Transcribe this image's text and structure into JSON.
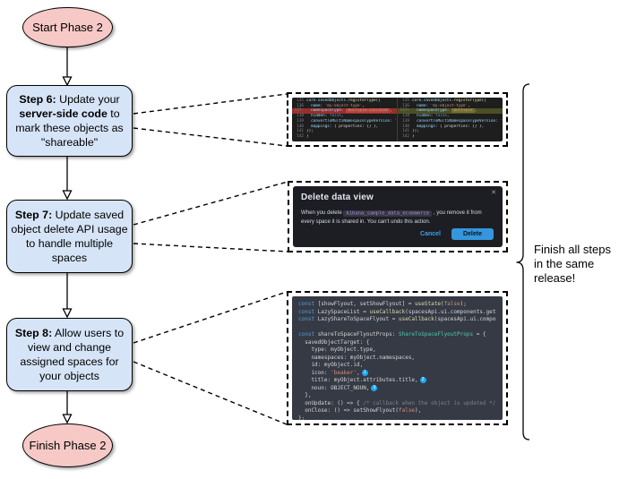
{
  "flow": {
    "start_label": "Start Phase 2",
    "finish_label": "Finish Phase 2",
    "step6": {
      "bold1": "Step 6:",
      "text1": " Update your ",
      "bold2": "server-side code",
      "text2": " to mark these objects as \"shareable\""
    },
    "step7": {
      "bold1": "Step 7:",
      "text1": " Update saved object delete API usage to handle multiple spaces"
    },
    "step8": {
      "bold1": "Step 8:",
      "text1": " Allow users to view and change assigned spaces for your objects"
    },
    "note": "Finish all steps in the same release!"
  },
  "diff": {
    "panes": [
      {
        "lines": [
          {
            "num": "135",
            "segs": [
              {
                "t": "core.savedObjects.",
                "c": "c-prop"
              },
              {
                "t": "registerType",
                "c": "c-fn"
              },
              {
                "t": "({",
                "c": "c-plain"
              }
            ]
          },
          {
            "num": "136",
            "segs": [
              {
                "t": "  name: ",
                "c": "c-prop"
              },
              {
                "t": "'my-object-type'",
                "c": "c-str"
              },
              {
                "t": ",",
                "c": "c-plain"
              }
            ]
          },
          {
            "num": "137-",
            "cls": "removed",
            "segs": [
              {
                "t": "  namespaceType: ",
                "c": "c-prop"
              },
              {
                "t": "'multiple-isolated'",
                "c": "c-str tok-removed"
              },
              {
                "t": ",",
                "c": "c-plain"
              }
            ]
          },
          {
            "num": "138",
            "segs": [
              {
                "t": "  hidden: ",
                "c": "c-prop"
              },
              {
                "t": "false",
                "c": "c-kw"
              },
              {
                "t": ",",
                "c": "c-plain"
              }
            ]
          },
          {
            "num": "139",
            "segs": [
              {
                "t": "  convertToMultiNamespaceTypeVersion: ",
                "c": "c-prop"
              },
              {
                "t": "'",
                "c": "c-str"
              }
            ]
          },
          {
            "num": "140",
            "segs": [
              {
                "t": "  mappings: ",
                "c": "c-prop"
              },
              {
                "t": "{ properties: {} },",
                "c": "c-plain"
              }
            ]
          },
          {
            "num": "141",
            "segs": [
              {
                "t": "});",
                "c": "c-plain"
              }
            ]
          },
          {
            "num": "142",
            "segs": [
              {
                "t": "}",
                "c": "c-plain"
              }
            ]
          }
        ]
      },
      {
        "lines": [
          {
            "num": "135",
            "segs": [
              {
                "t": "core.savedObjects.",
                "c": "c-prop"
              },
              {
                "t": "registerType",
                "c": "c-fn"
              },
              {
                "t": "({",
                "c": "c-plain"
              }
            ]
          },
          {
            "num": "136",
            "segs": [
              {
                "t": "  name: ",
                "c": "c-prop"
              },
              {
                "t": "'my-object-type'",
                "c": "c-str"
              },
              {
                "t": ",",
                "c": "c-plain"
              }
            ]
          },
          {
            "num": "137+",
            "cls": "added",
            "segs": [
              {
                "t": "  namespaceType: ",
                "c": "c-prop"
              },
              {
                "t": "'multiple'",
                "c": "c-str tok-added"
              },
              {
                "t": ",",
                "c": "c-plain"
              }
            ]
          },
          {
            "num": "138",
            "segs": [
              {
                "t": "  hidden: ",
                "c": "c-prop"
              },
              {
                "t": "false",
                "c": "c-kw"
              },
              {
                "t": ",",
                "c": "c-plain"
              }
            ]
          },
          {
            "num": "139",
            "segs": [
              {
                "t": "  convertToMultiNamespaceTypeVersion: ",
                "c": "c-prop"
              },
              {
                "t": "'",
                "c": "c-str"
              }
            ]
          },
          {
            "num": "140",
            "segs": [
              {
                "t": "  mappings: ",
                "c": "c-prop"
              },
              {
                "t": "{ properties: {} },",
                "c": "c-plain"
              }
            ]
          },
          {
            "num": "141",
            "segs": [
              {
                "t": "});",
                "c": "c-plain"
              }
            ]
          },
          {
            "num": "142",
            "segs": [
              {
                "t": "}",
                "c": "c-plain"
              }
            ]
          }
        ]
      }
    ]
  },
  "modal": {
    "title": "Delete data view",
    "close_glyph": "✕",
    "body_pre": "When you delete ",
    "code_name": "kibana_sample_data_ecommerce",
    "body_post": " , you remove it from every space it is shared in. You can't undo this action.",
    "cancel_label": "Cancel",
    "delete_label": "Delete"
  },
  "code": {
    "lines": [
      {
        "segs": [
          {
            "t": "const ",
            "c": "c-kw"
          },
          {
            "t": "[showFlyout, setShowFlyout] = ",
            "c": "c-plain"
          },
          {
            "t": "useState",
            "c": "c-fn"
          },
          {
            "t": "(",
            "c": "c-plain"
          },
          {
            "t": "false",
            "c": "c-str"
          },
          {
            "t": ");",
            "c": "c-plain"
          }
        ]
      },
      {
        "segs": [
          {
            "t": "const ",
            "c": "c-kw"
          },
          {
            "t": "LazySpaceList = ",
            "c": "c-plain"
          },
          {
            "t": "useCallback",
            "c": "c-fn"
          },
          {
            "t": "(spacesApi.ui.components.getSpaceLi",
            "c": "c-plain"
          }
        ]
      },
      {
        "segs": [
          {
            "t": "const ",
            "c": "c-kw"
          },
          {
            "t": "LazyShareToSpaceFlyout = ",
            "c": "c-plain"
          },
          {
            "t": "useCallback",
            "c": "c-fn"
          },
          {
            "t": "(spacesApi.ui.components.ge",
            "c": "c-plain"
          }
        ]
      },
      {
        "segs": []
      },
      {
        "segs": [
          {
            "t": "const ",
            "c": "c-kw"
          },
          {
            "t": "shareToSpaceFlyoutProps: ",
            "c": "c-plain"
          },
          {
            "t": "ShareToSpaceFlyoutProps",
            "c": "c-type"
          },
          {
            "t": " = {",
            "c": "c-plain"
          }
        ]
      },
      {
        "segs": [
          {
            "t": "  savedObjectTarget: {",
            "c": "c-plain"
          }
        ]
      },
      {
        "segs": [
          {
            "t": "    type: myObject.type,",
            "c": "c-plain"
          }
        ]
      },
      {
        "segs": [
          {
            "t": "    namespaces: myObject.namespaces,",
            "c": "c-plain"
          }
        ]
      },
      {
        "segs": [
          {
            "t": "    id: myObject.id,",
            "c": "c-plain"
          }
        ]
      },
      {
        "badge": "1",
        "segs": [
          {
            "t": "    icon: ",
            "c": "c-plain"
          },
          {
            "t": "'beaker'",
            "c": "c-str"
          },
          {
            "t": ",",
            "c": "c-plain"
          }
        ]
      },
      {
        "badge": "2",
        "segs": [
          {
            "t": "    title: myObject.attributes.title,",
            "c": "c-plain"
          }
        ]
      },
      {
        "badge": "3",
        "segs": [
          {
            "t": "    noun: OBJECT_NOUN,",
            "c": "c-plain"
          }
        ]
      },
      {
        "segs": [
          {
            "t": "  },",
            "c": "c-plain"
          }
        ]
      },
      {
        "segs": [
          {
            "t": "  onUpdate: () => { ",
            "c": "c-plain"
          },
          {
            "t": "/* callback when the object is updated */",
            "c": "c-cmt"
          },
          {
            "t": " },",
            "c": "c-plain"
          }
        ]
      },
      {
        "segs": [
          {
            "t": "  onClose: () => setShowFlyout(",
            "c": "c-plain"
          },
          {
            "t": "false",
            "c": "c-str"
          },
          {
            "t": "),",
            "c": "c-plain"
          }
        ]
      },
      {
        "segs": [
          {
            "t": "};",
            "c": "c-plain"
          }
        ]
      }
    ]
  }
}
